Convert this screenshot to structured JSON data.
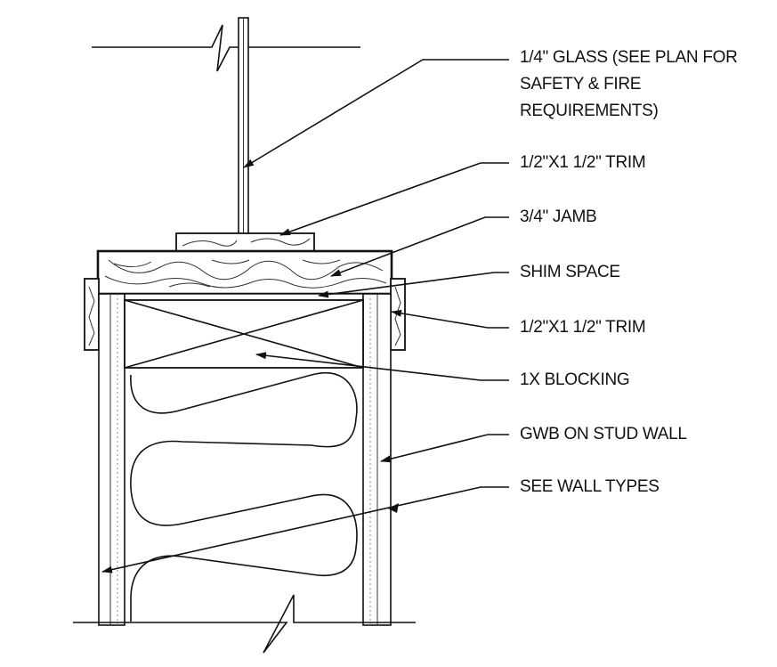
{
  "labels": {
    "glass_line1": "1/4\" GLASS (SEE PLAN FOR",
    "glass_line2": "SAFETY & FIRE",
    "glass_line3": "REQUIREMENTS)",
    "trim_top": "1/2\"X1 1/2\" TRIM",
    "jamb": "3/4\" JAMB",
    "shim": "SHIM SPACE",
    "trim_side": "1/2\"X1 1/2\" TRIM",
    "blocking": "1X BLOCKING",
    "gwb": "GWB ON STUD WALL",
    "wall_types": "SEE WALL TYPES"
  }
}
